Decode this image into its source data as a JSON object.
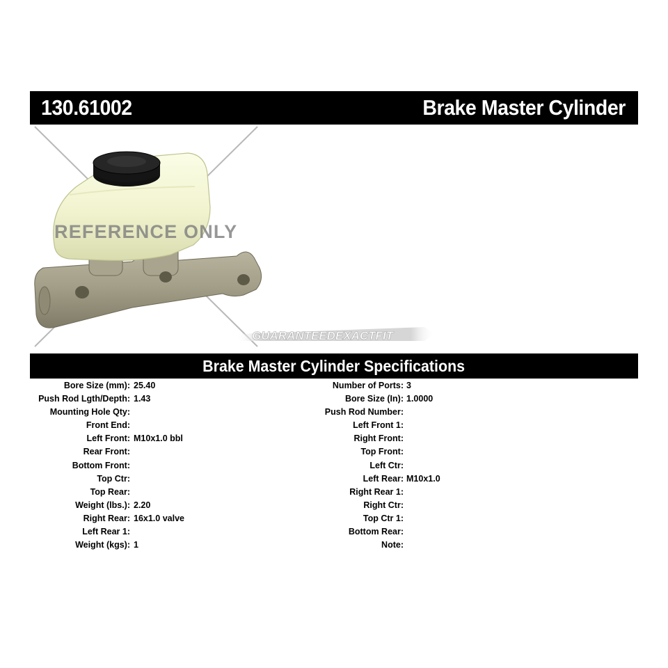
{
  "header": {
    "part_number": "130.61002",
    "title": "Brake Master Cylinder"
  },
  "image": {
    "watermark": "REFERENCE ONLY",
    "badge": "GUARANTEEDEXACTFIT"
  },
  "specs": {
    "title": "Brake Master Cylinder Specifications",
    "left": [
      {
        "label": "Bore Size (mm):",
        "value": "25.40"
      },
      {
        "label": "Push Rod Lgth/Depth:",
        "value": "1.43"
      },
      {
        "label": "Mounting Hole Qty:",
        "value": ""
      },
      {
        "label": "Front End:",
        "value": ""
      },
      {
        "label": "Left Front:",
        "value": "M10x1.0 bbl"
      },
      {
        "label": "Rear Front:",
        "value": ""
      },
      {
        "label": "Bottom Front:",
        "value": ""
      },
      {
        "label": "Top Ctr:",
        "value": ""
      },
      {
        "label": "Top Rear:",
        "value": ""
      },
      {
        "label": "Weight (lbs.):",
        "value": "2.20"
      },
      {
        "label": "Right Rear:",
        "value": "16x1.0 valve"
      },
      {
        "label": "Left Rear 1:",
        "value": ""
      },
      {
        "label": "Weight (kgs):",
        "value": "1"
      }
    ],
    "right": [
      {
        "label": "Number of Ports:",
        "value": "3"
      },
      {
        "label": "Bore Size (In):",
        "value": "1.0000"
      },
      {
        "label": "Push Rod Number:",
        "value": ""
      },
      {
        "label": "Left Front 1:",
        "value": ""
      },
      {
        "label": "Right Front:",
        "value": ""
      },
      {
        "label": "Top Front:",
        "value": ""
      },
      {
        "label": "Left Ctr:",
        "value": ""
      },
      {
        "label": "Left Rear:",
        "value": "M10x1.0"
      },
      {
        "label": "Right Rear 1:",
        "value": ""
      },
      {
        "label": "Right Ctr:",
        "value": ""
      },
      {
        "label": "Top Ctr 1:",
        "value": ""
      },
      {
        "label": "Bottom Rear:",
        "value": ""
      },
      {
        "label": "Note:",
        "value": ""
      }
    ]
  }
}
